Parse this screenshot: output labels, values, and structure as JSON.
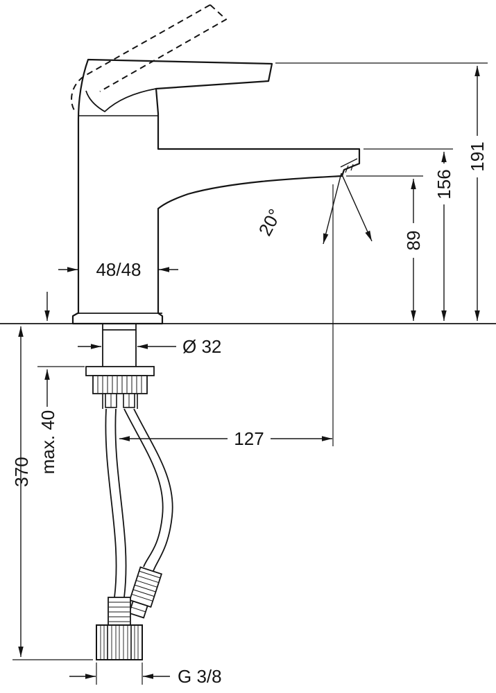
{
  "page": {
    "background": "#ffffff",
    "ink": "#141414"
  },
  "drawing": {
    "subject": "single-lever basin mixer technical dimension drawing",
    "dimensions": {
      "total_height": "191",
      "spout_top_height": "156",
      "outlet_height": "89",
      "jet_angle": "20°",
      "body_width": "48/48",
      "hole_diameter": "Ø 32",
      "spout_reach": "127",
      "max_counter_thickness": "max. 40",
      "hose_length": "370",
      "connection_thread": "G 3/8"
    }
  }
}
